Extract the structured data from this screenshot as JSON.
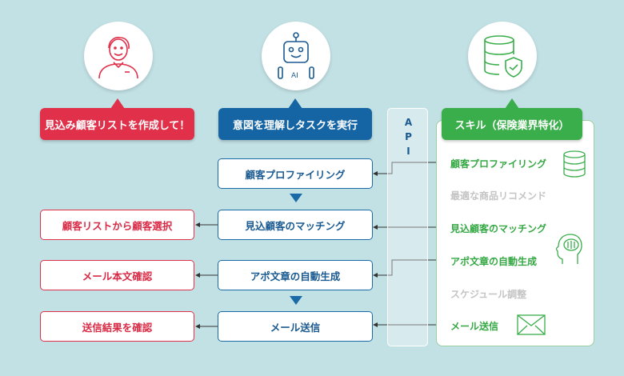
{
  "user": {
    "request": "見込み顧客リストを作成して！",
    "icon": "person-icon"
  },
  "ai": {
    "label": "意図を理解しタスクを実行",
    "icon": "robot-icon",
    "icon_text": "AI"
  },
  "skills": {
    "title": "スキル（保険業界特化）",
    "icon": "database-shield-icon",
    "items": [
      {
        "label": "顧客プロファイリング",
        "active": true
      },
      {
        "label": "最適な商品リコメンド",
        "active": false
      },
      {
        "label": "見込顧客のマッチング",
        "active": true
      },
      {
        "label": "アポ文章の自動生成",
        "active": true
      },
      {
        "label": "スケジュール調整",
        "active": false
      },
      {
        "label": "メール送信",
        "active": true
      }
    ]
  },
  "api": {
    "label": "API"
  },
  "steps": [
    "顧客プロファイリング",
    "見込顧客のマッチング",
    "アポ文章の自動生成",
    "メール送信"
  ],
  "outputs": [
    "顧客リストから顧客選択",
    "メール本文確認",
    "送信結果を確認"
  ],
  "colors": {
    "red": "#e0304a",
    "blue": "#1565a5",
    "green": "#3aae4a",
    "bg": "#c2e1e5"
  }
}
